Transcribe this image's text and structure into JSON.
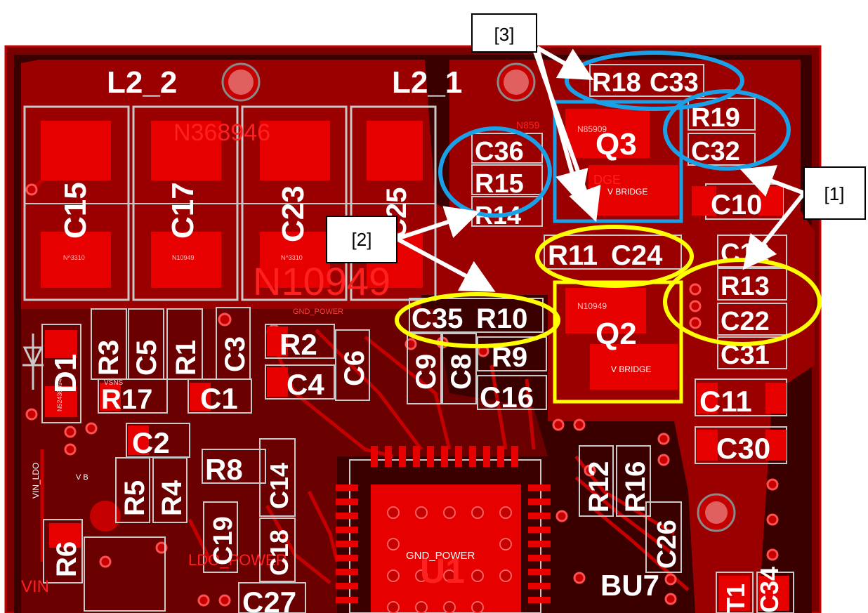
{
  "callouts": [
    {
      "id": "1",
      "label": "[1]"
    },
    {
      "id": "2",
      "label": "[2]"
    },
    {
      "id": "3",
      "label": "[3]"
    }
  ],
  "labels": {
    "inductor_2": "L2_2",
    "inductor_1": "L2_1",
    "net_top": "N368946",
    "net_bottom": "N10949",
    "net_q3": "N85909",
    "net_q3_partial": "N859",
    "net_q2": "N10949",
    "bridge_a": "V BRIDGE",
    "bridge_b": "V BRIDGE",
    "bridge_partial": "DGE",
    "gnd_power_small": "GND_POWER",
    "gnd_power_u1": "GND_POWER",
    "vin_ldo": "VIN_LDO",
    "ldo_power": "LDO_POWER",
    "vin_partial": "VIN",
    "v_partial": "V B",
    "cap_net": "N^3310",
    "cap_net_b": "N10949",
    "vsns": "VSNS",
    "d1_net": "N524368946"
  },
  "components": {
    "C15": "C15",
    "C17": "C17",
    "C23": "C23",
    "C25": "C25",
    "C36": "C36",
    "R15": "R15",
    "R14": "R14",
    "R18": "R18",
    "C33": "C33",
    "R19": "R19",
    "C32": "C32",
    "Q3": "Q3",
    "C10": "C10",
    "R11": "R11",
    "C24": "C24",
    "C12": "C12",
    "R13": "R13",
    "C22": "C22",
    "C31": "C31",
    "C35": "C35",
    "R10": "R10",
    "Q2": "Q2",
    "R3": "R3",
    "C5": "C5",
    "R1": "R1",
    "C3": "C3",
    "R2": "R2",
    "C6": "C6",
    "C9": "C9",
    "C8": "C8",
    "R9": "R9",
    "D1": "D1",
    "R17": "R17",
    "C1": "C1",
    "C4": "C4",
    "C16": "C16",
    "C11": "C11",
    "C30": "C30",
    "C2": "C2",
    "R5": "R5",
    "R4": "R4",
    "R8": "R8",
    "C18": "C18",
    "C14": "C14",
    "C19": "C19",
    "R6": "R6",
    "U1": "U1",
    "C27": "C27",
    "R12": "R12",
    "R16": "R16",
    "C26": "C26",
    "BU7": "BU7",
    "T1": "T1",
    "C34": "C34"
  },
  "colors": {
    "board": "#7a0000",
    "copper": "#c40000",
    "pad": "#e60000",
    "silk": "#ffffff",
    "outline": "#c8c8c8",
    "blue_ring": "#1aa0e6",
    "yellow_ring": "#ffff00"
  }
}
